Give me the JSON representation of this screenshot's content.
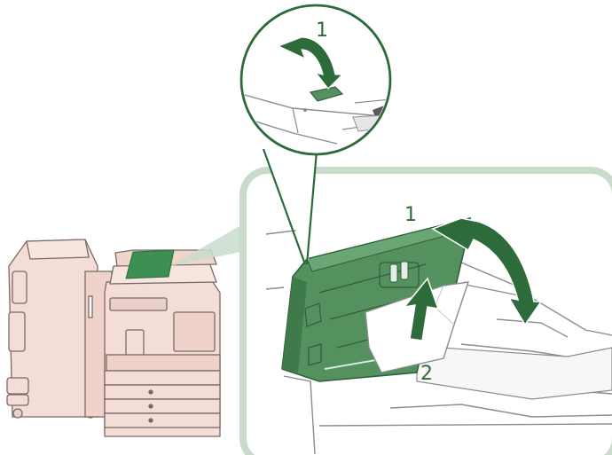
{
  "labels": {
    "inset_step": "1",
    "main_step_open": "1",
    "main_step_remove": "2"
  },
  "colors": {
    "accent_green": "#2e6b3a",
    "callout_border": "#c9dccb",
    "machine_body": "#f3ddd6",
    "machine_outline": "#7a6a66",
    "scanner_highlight": "#3e8f53",
    "cover_green": "#54915f",
    "cover_dark": "#2f5f3a",
    "line_gray": "#8c8c8c",
    "paper": "#ffffff"
  }
}
